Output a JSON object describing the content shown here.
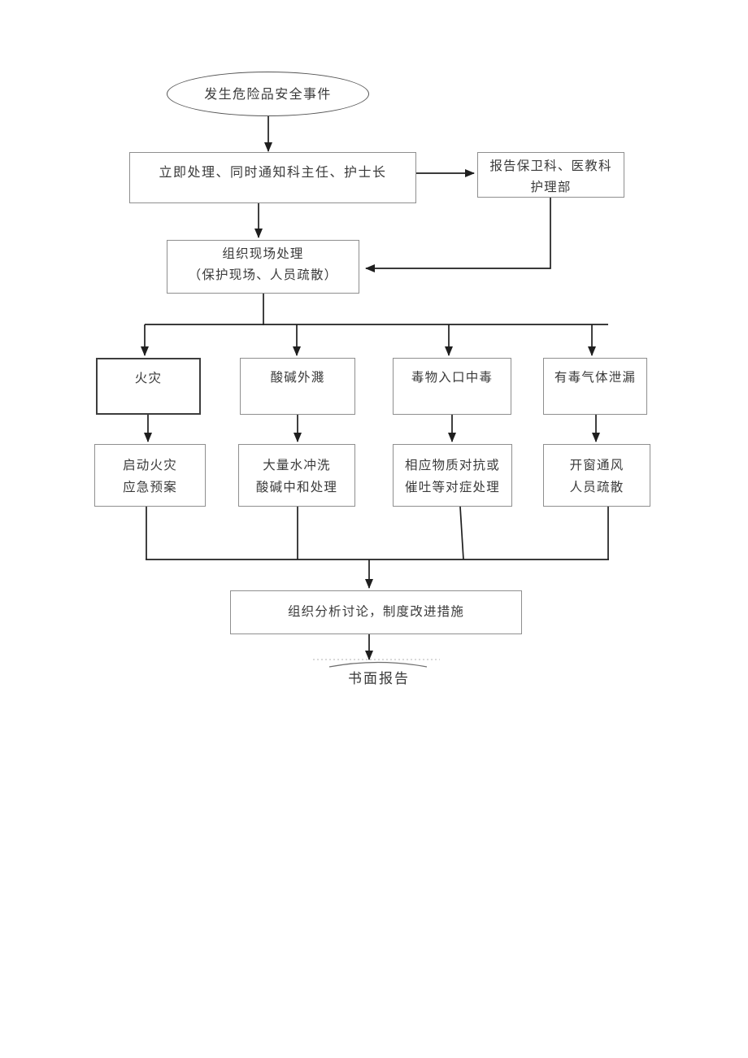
{
  "flowchart": {
    "start": "发生危险品安全事件",
    "immediate": "立即处理、同时通知科主任、护士长",
    "report": "报告保卫科、医教科\n护理部",
    "organize": "组织现场处理\n（保护现场、人员疏散）",
    "hazards": [
      {
        "id": "fire",
        "label": "火灾",
        "action": "启动火灾\n应急预案"
      },
      {
        "id": "acid",
        "label": "酸碱外濺",
        "action": "大量水冲洗\n酸碱中和处理"
      },
      {
        "id": "poison",
        "label": "毒物入口中毒",
        "action": "相应物质对抗或\n催吐等对症处理"
      },
      {
        "id": "gas",
        "label": "有毒气体泄漏",
        "action": "开窗通风\n人员疏散"
      }
    ],
    "analyze": "组织分析讨论，制度改进措施",
    "written_report": "书面报告",
    "colors": {
      "line": "#1f1f1f",
      "box_border": "#8f8f8f",
      "box_border_dark": "#3d3d3d",
      "text": "#3a3a3a",
      "background": "#ffffff"
    }
  }
}
